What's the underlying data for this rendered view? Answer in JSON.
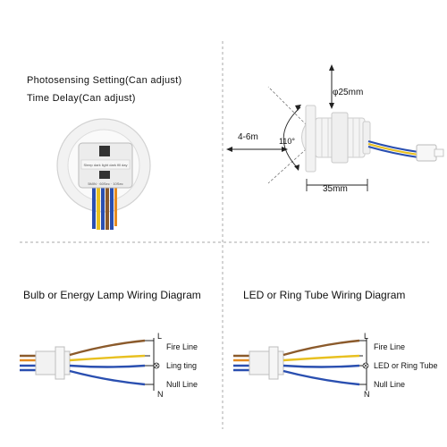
{
  "top_left": {
    "photosensing_label": "Photosensing Setting(Can adjust)",
    "time_delay_label": "Time Delay(Can adjust)"
  },
  "top_right": {
    "diameter_label": "φ25mm",
    "distance_label": "4-6m",
    "angle_label": "110°",
    "width_label": "35mm"
  },
  "bulb_diagram": {
    "title": "Bulb or Energy Lamp Wiring Diagram",
    "l_label": "L",
    "fire_line_label": "Fire Line",
    "load_label": "Ling ting",
    "null_line_label": "Null Line",
    "n_label": "N"
  },
  "led_diagram": {
    "title": "LED or Ring Tube Wiring Diagram",
    "l_label": "L",
    "fire_line_label": "Fire Line",
    "load_label": "LED or Ring Tube",
    "null_line_label": "Null Line",
    "n_label": "N"
  },
  "colors": {
    "divider": "#aaaaaa",
    "wire_brown": "#8b5a2b",
    "wire_yellow": "#e8c020",
    "wire_blue": "#2a4fb0",
    "wire_orange": "#e58a1f"
  }
}
